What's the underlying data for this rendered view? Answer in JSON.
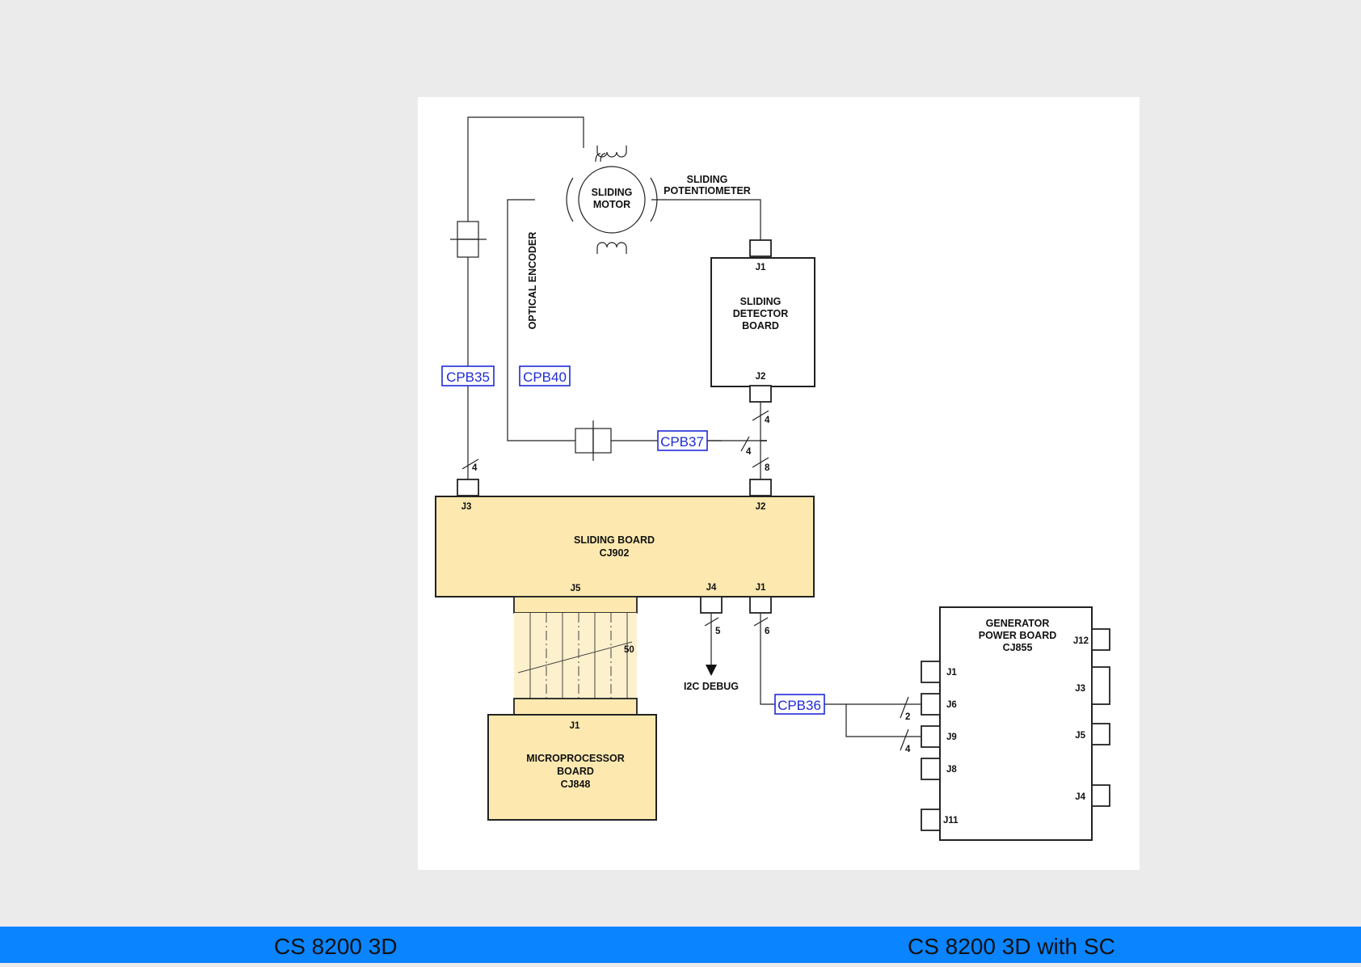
{
  "diagram": {
    "motor": {
      "line1": "SLIDING",
      "line2": "MOTOR"
    },
    "potentiometer": {
      "line1": "SLIDING",
      "line2": "POTENTIOMETER"
    },
    "optical_encoder": "OPTICAL ENCODER",
    "detector_board": {
      "line1": "SLIDING",
      "line2": "DETECTOR",
      "line3": "BOARD",
      "top_connector": "J1",
      "bottom_connector": "J2"
    },
    "sliding_board": {
      "line1": "SLIDING BOARD",
      "line2": "CJ902",
      "connectors": {
        "j3": "J3",
        "j2": "J2",
        "j5": "J5",
        "j4": "J4",
        "j1": "J1"
      }
    },
    "microprocessor_board": {
      "line1": "MICROPROCESSOR",
      "line2": "BOARD",
      "line3": "CJ848",
      "connector": "J1"
    },
    "generator_board": {
      "line1": "GENERATOR",
      "line2": "POWER BOARD",
      "line3": "CJ855",
      "left_connectors": [
        "J1",
        "J6",
        "J9",
        "J8",
        "J11"
      ],
      "right_connectors": [
        "J12",
        "J3",
        "J5",
        "J4"
      ]
    },
    "tags": {
      "cpb35": "CPB35",
      "cpb40": "CPB40",
      "cpb37": "CPB37",
      "cpb36": "CPB36"
    },
    "wire_counts": {
      "j3": "4",
      "det_j2": "4",
      "cpb37": "4",
      "sb_j2": "8",
      "ribbon": "50",
      "j4": "5",
      "j1": "6",
      "j6": "2",
      "j9": "4"
    },
    "i2c_debug": "I2C DEBUG",
    "colors": {
      "board_fill": "#fde9b0",
      "tag_blue": "#1f2bd6",
      "footer_blue": "#0a84ff"
    }
  },
  "footer": {
    "tab_left": "CS 8200 3D",
    "tab_right": "CS 8200 3D with SC"
  }
}
